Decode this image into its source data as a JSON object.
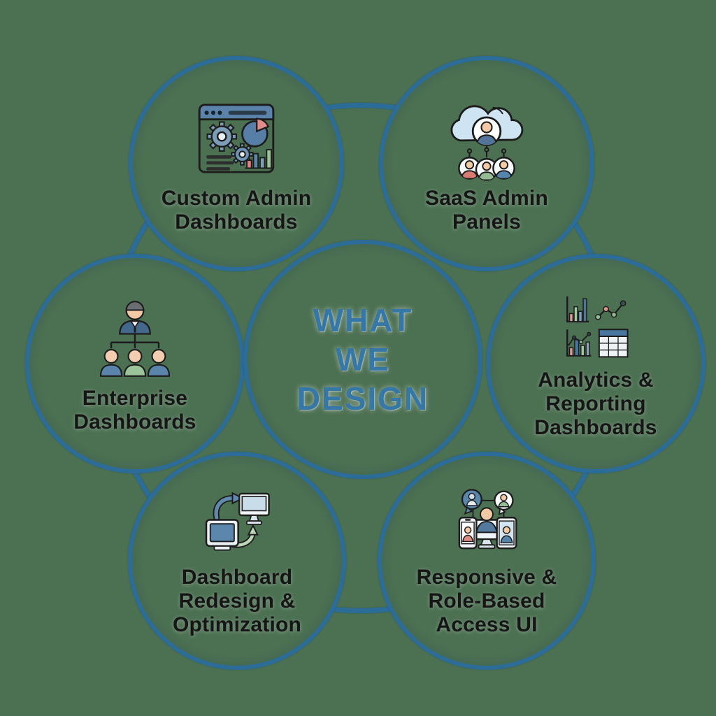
{
  "background_color": "#4c7052",
  "ring_color": "#2c6c98",
  "circle_border_color": "#2c6c98",
  "label_color": "#161616",
  "center": {
    "text": "WHAT WE DESIGN",
    "lines": [
      "WHAT",
      "WE",
      "DESIGN"
    ],
    "color": "#3577a6"
  },
  "nodes": [
    {
      "id": "custom-admin-dashboards",
      "label": "Custom Admin Dashboards",
      "lines": [
        "Custom Admin",
        "Dashboards"
      ],
      "icon": "browser-dashboard-icon"
    },
    {
      "id": "saas-admin-panels",
      "label": "SaaS Admin Panels",
      "lines": [
        "SaaS Admin",
        "Panels"
      ],
      "icon": "cloud-users-icon"
    },
    {
      "id": "enterprise-dashboards",
      "label": "Enterprise Dashboards",
      "lines": [
        "Enterprise",
        "Dashboards"
      ],
      "icon": "org-chart-icon"
    },
    {
      "id": "analytics-reporting-dashboards",
      "label": "Analytics & Reporting Dashboards",
      "lines": [
        "Analytics &",
        "Reporting",
        "Dashboards"
      ],
      "icon": "charts-table-icon"
    },
    {
      "id": "dashboard-redesign-optimization",
      "label": "Dashboard Redesign & Optimization",
      "lines": [
        "Dashboard",
        "Redesign &",
        "Optimization"
      ],
      "icon": "monitor-upgrade-icon"
    },
    {
      "id": "responsive-role-based-access-ui",
      "label": "Responsive & Role-Based Access UI",
      "lines": [
        "Responsive &",
        "Role-Based",
        "Access UI"
      ],
      "icon": "devices-users-icon"
    }
  ],
  "palette": {
    "steel_blue": "#5b87ad",
    "dark_outline": "#1c1c1c",
    "salmon": "#e09a92",
    "sage": "#9cc49a",
    "light_blue": "#cfe4f2",
    "skin": "#f3c9a6"
  }
}
